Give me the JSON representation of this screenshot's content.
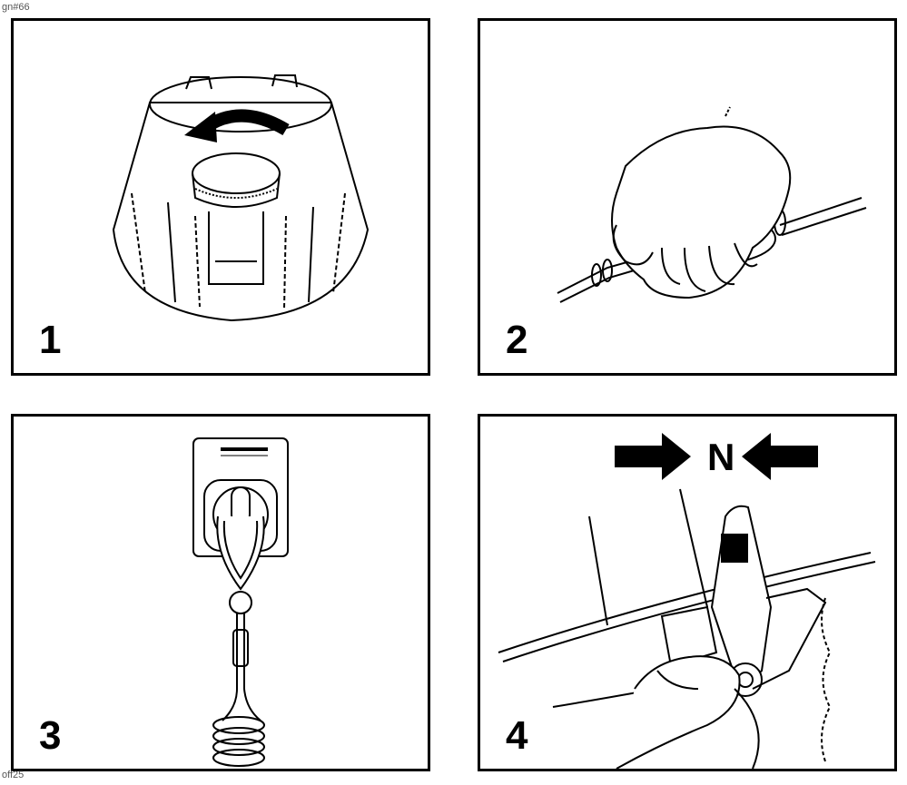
{
  "codes": {
    "top": "gn#66",
    "bottom": "off25"
  },
  "panels": [
    {
      "step": "1",
      "icon": "cap-unscrew-illustration"
    },
    {
      "step": "2",
      "icon": "hand-squeezing-fuel-bulb-illustration"
    },
    {
      "step": "3",
      "icon": "safety-lanyard-clip-illustration"
    },
    {
      "step": "4",
      "icon": "shift-lever-neutral-illustration",
      "label": "N"
    }
  ]
}
